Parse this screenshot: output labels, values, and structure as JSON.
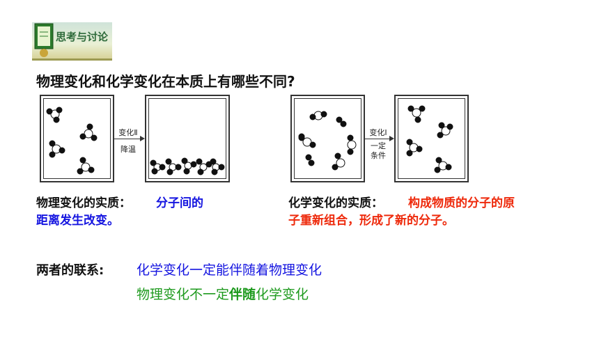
{
  "badge": {
    "label": "思考与讨论"
  },
  "question": "物理变化和化学变化在本质上有哪些不同?",
  "physical": {
    "arrow_label_1": "变化Ⅱ",
    "arrow_label_2": "降温",
    "essence_label": "物理变化的实质：",
    "essence_line1": "分子间的",
    "essence_line2": "距离发生改变。"
  },
  "chemical": {
    "arrow_label_1": "变化Ⅰ",
    "arrow_label_2": "一定",
    "arrow_label_3": "条件",
    "essence_label": "化学变化的实质：",
    "essence_line1": "构成物质的分子的原",
    "essence_line2": "子重新组合，形成了新的分子。"
  },
  "relation": {
    "label": "两者的联系:",
    "line1": "化学变化一定能伴随着物理变化",
    "line2_a": "物理变化不一定",
    "line2_b": "伴随",
    "line2_c": "化学变化"
  },
  "colors": {
    "blue": "#1515e0",
    "red": "#ee2a0c",
    "green": "#1e9a1e"
  }
}
